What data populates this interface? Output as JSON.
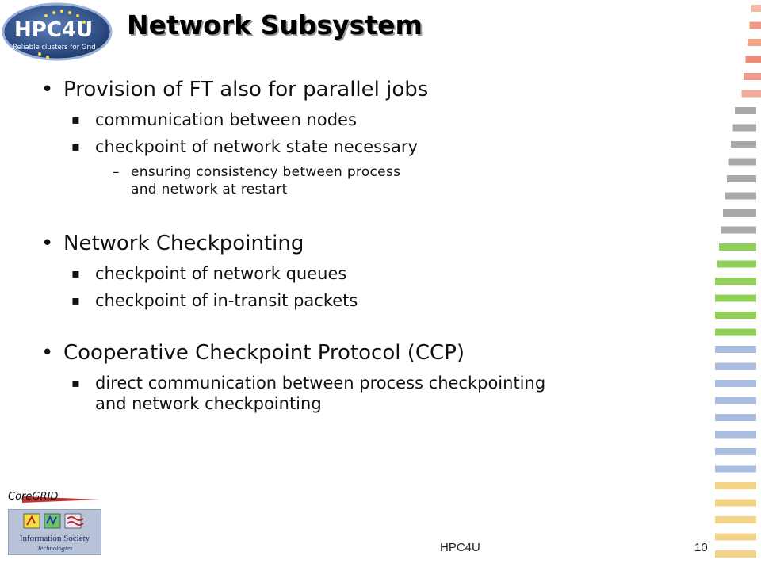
{
  "slide": {
    "title": "Network Subsystem",
    "logo_text": "HPC4U",
    "logo_subtext": "Reliable clusters for Grid",
    "bullets": [
      {
        "text": "Provision of FT also for parallel jobs",
        "subitems": [
          {
            "text": "communication between nodes"
          },
          {
            "text": "checkpoint of network state necessary",
            "subitems": [
              {
                "line1": "ensuring consistency between process",
                "line2": "and network at restart"
              }
            ]
          }
        ]
      },
      {
        "text": "Network Checkpointing",
        "subitems": [
          {
            "text": "checkpoint of network queues"
          },
          {
            "text": "checkpoint of in-transit packets"
          }
        ]
      },
      {
        "text": "Cooperative Checkpoint Protocol (CCP)",
        "subitems": [
          {
            "line1": "direct communication between process checkpointing",
            "line2": "and network checkpointing"
          }
        ]
      }
    ],
    "symbols": {
      "l1": "•",
      "l2": "▪",
      "l3": "–"
    },
    "footer": {
      "center": "HPC4U",
      "page": "10"
    },
    "coregrid_text": "CoreGRID",
    "ist_text_1": "Information Society",
    "ist_text_2": "Technologies"
  }
}
